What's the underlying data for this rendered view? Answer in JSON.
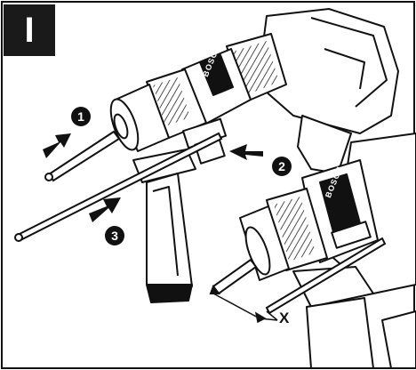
{
  "panel": {
    "step_label": "I"
  },
  "brand": {
    "logo_text": "BOSCH"
  },
  "callouts": [
    {
      "label": "1"
    },
    {
      "label": "2"
    },
    {
      "label": "3"
    }
  ],
  "dimension": {
    "label": "X"
  },
  "colors": {
    "ink": "#111111",
    "panel_bg": "#ffffff",
    "badge_bg": "#1a1a1a"
  }
}
